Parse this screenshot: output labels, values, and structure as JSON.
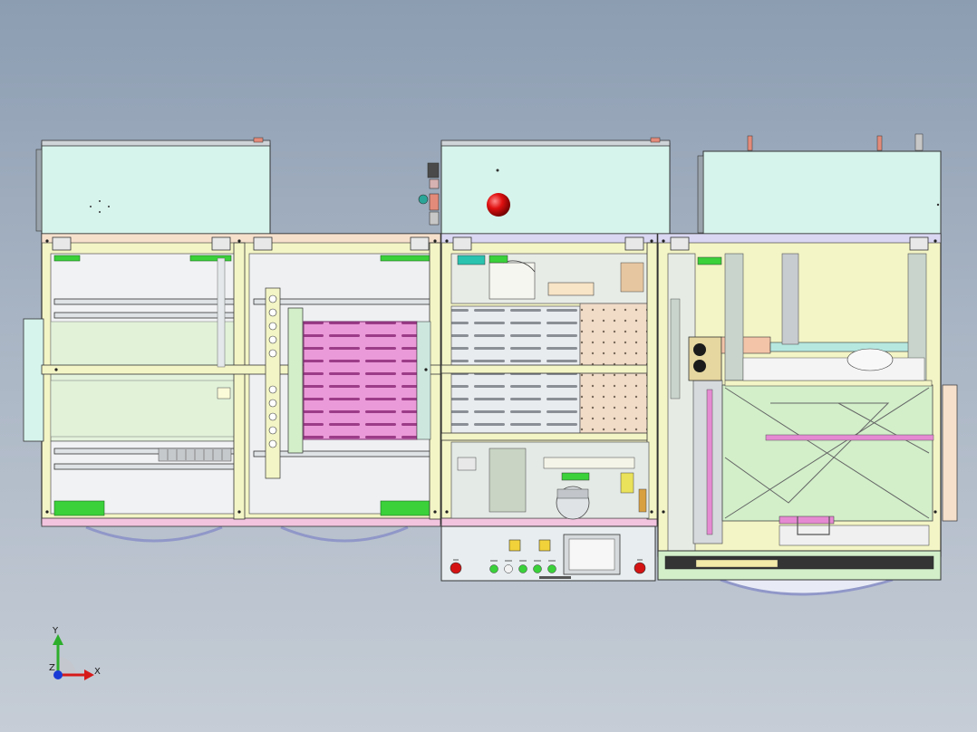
{
  "triad": {
    "x_label": "X",
    "y_label": "Y",
    "z_label": "Z"
  },
  "colors": {
    "frame_yellow": "#f3f5c6",
    "panel_cyan": "#d6f4ec",
    "pink_rail": "#f2c4de",
    "magenta_tray": "#e58ad2",
    "green_block": "#3ad13a",
    "panel_green": "#d2efc9",
    "warning_red": "#e01010",
    "background_top": "#8c9db2",
    "background_bottom": "#c6cdd6"
  },
  "control_panel": {
    "indicator_count": 5,
    "emergency_buttons": 2
  }
}
